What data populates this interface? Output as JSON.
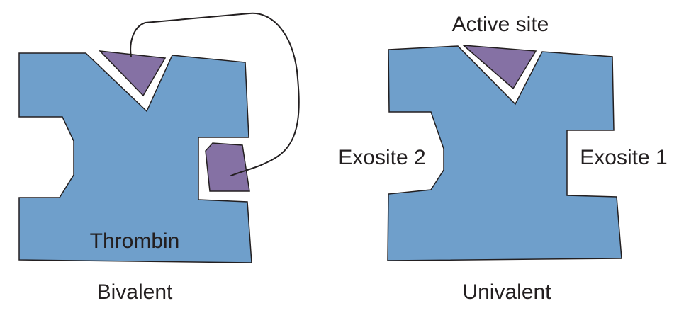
{
  "labels": {
    "thrombin": "Thrombin",
    "bivalent": "Bivalent",
    "univalent": "Univalent",
    "active_site": "Active site",
    "exosite_1": "Exosite 1",
    "exosite_2": "Exosite 2"
  },
  "colors": {
    "thrombin_fill": "#6f9fcb",
    "inhibitor_fill": "#8571a4",
    "outline": "#231f20",
    "text": "#231f20",
    "background": "#ffffff"
  }
}
